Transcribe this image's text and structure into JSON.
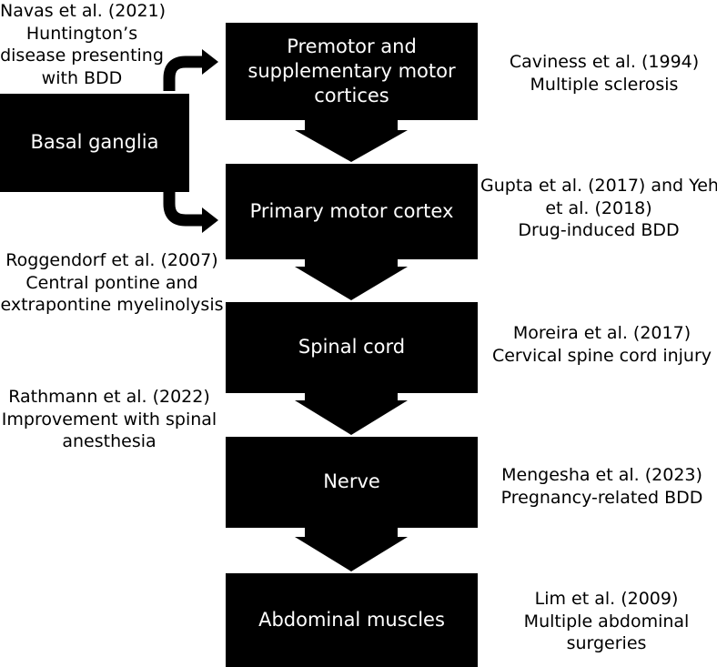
{
  "boxes": {
    "premotor": [
      "Premotor and",
      "supplementary motor",
      "cortices"
    ],
    "basal_ganglia": "Basal ganglia",
    "primary_motor": "Primary motor cortex",
    "spinal_cord": "Spinal cord",
    "nerve": "Nerve",
    "abdominal": "Abdominal muscles"
  },
  "notes": {
    "navas": [
      "Navas et al. (2021)",
      "Huntington’s",
      "disease presenting",
      "with BDD"
    ],
    "caviness": [
      "Caviness et al. (1994)",
      "Multiple sclerosis"
    ],
    "gupta": [
      "Gupta et al. (2017) and Yeh",
      "et al. (2018)",
      "Drug-induced BDD"
    ],
    "roggendorf": [
      "Roggendorf et al. (2007)",
      "Central pontine and",
      "extrapontine myelinolysis"
    ],
    "moreira": [
      "Moreira et al. (2017)",
      "Cervical spine cord injury"
    ],
    "rathmann": [
      "Rathmann et al. (2022)",
      "Improvement with spinal",
      "anesthesia"
    ],
    "mengesha": [
      "Mengesha et al. (2023)",
      "Pregnancy-related BDD"
    ],
    "lim": [
      "Lim et al. (2009)",
      "Multiple abdominal",
      "surgeries"
    ]
  }
}
